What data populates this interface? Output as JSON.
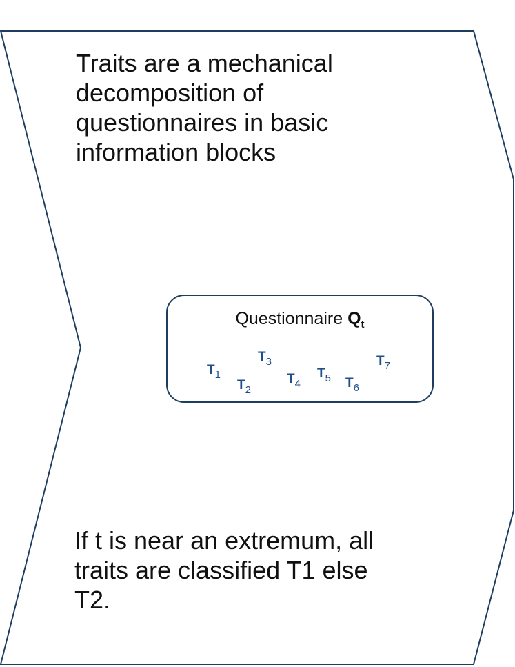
{
  "shape": {
    "fill": "#ffffff",
    "stroke": "#1e3e5f"
  },
  "top_text": "Traits are a mechanical\ndecomposition of\nquestionnaires in basic\ninformation blocks",
  "questionnaire": {
    "title": "Questionnaire",
    "symbol": "Q",
    "symbol_subscript": "t",
    "trait_color": "#1f4e8a",
    "traits": [
      {
        "letter": "T",
        "index": "1"
      },
      {
        "letter": "T",
        "index": "2"
      },
      {
        "letter": "T",
        "index": "3"
      },
      {
        "letter": "T",
        "index": "4"
      },
      {
        "letter": "T",
        "index": "5"
      },
      {
        "letter": "T",
        "index": "6"
      },
      {
        "letter": "T",
        "index": "7"
      }
    ]
  },
  "bottom_text": "If t is near an extremum, all\ntraits are classified T1 else\nT2."
}
